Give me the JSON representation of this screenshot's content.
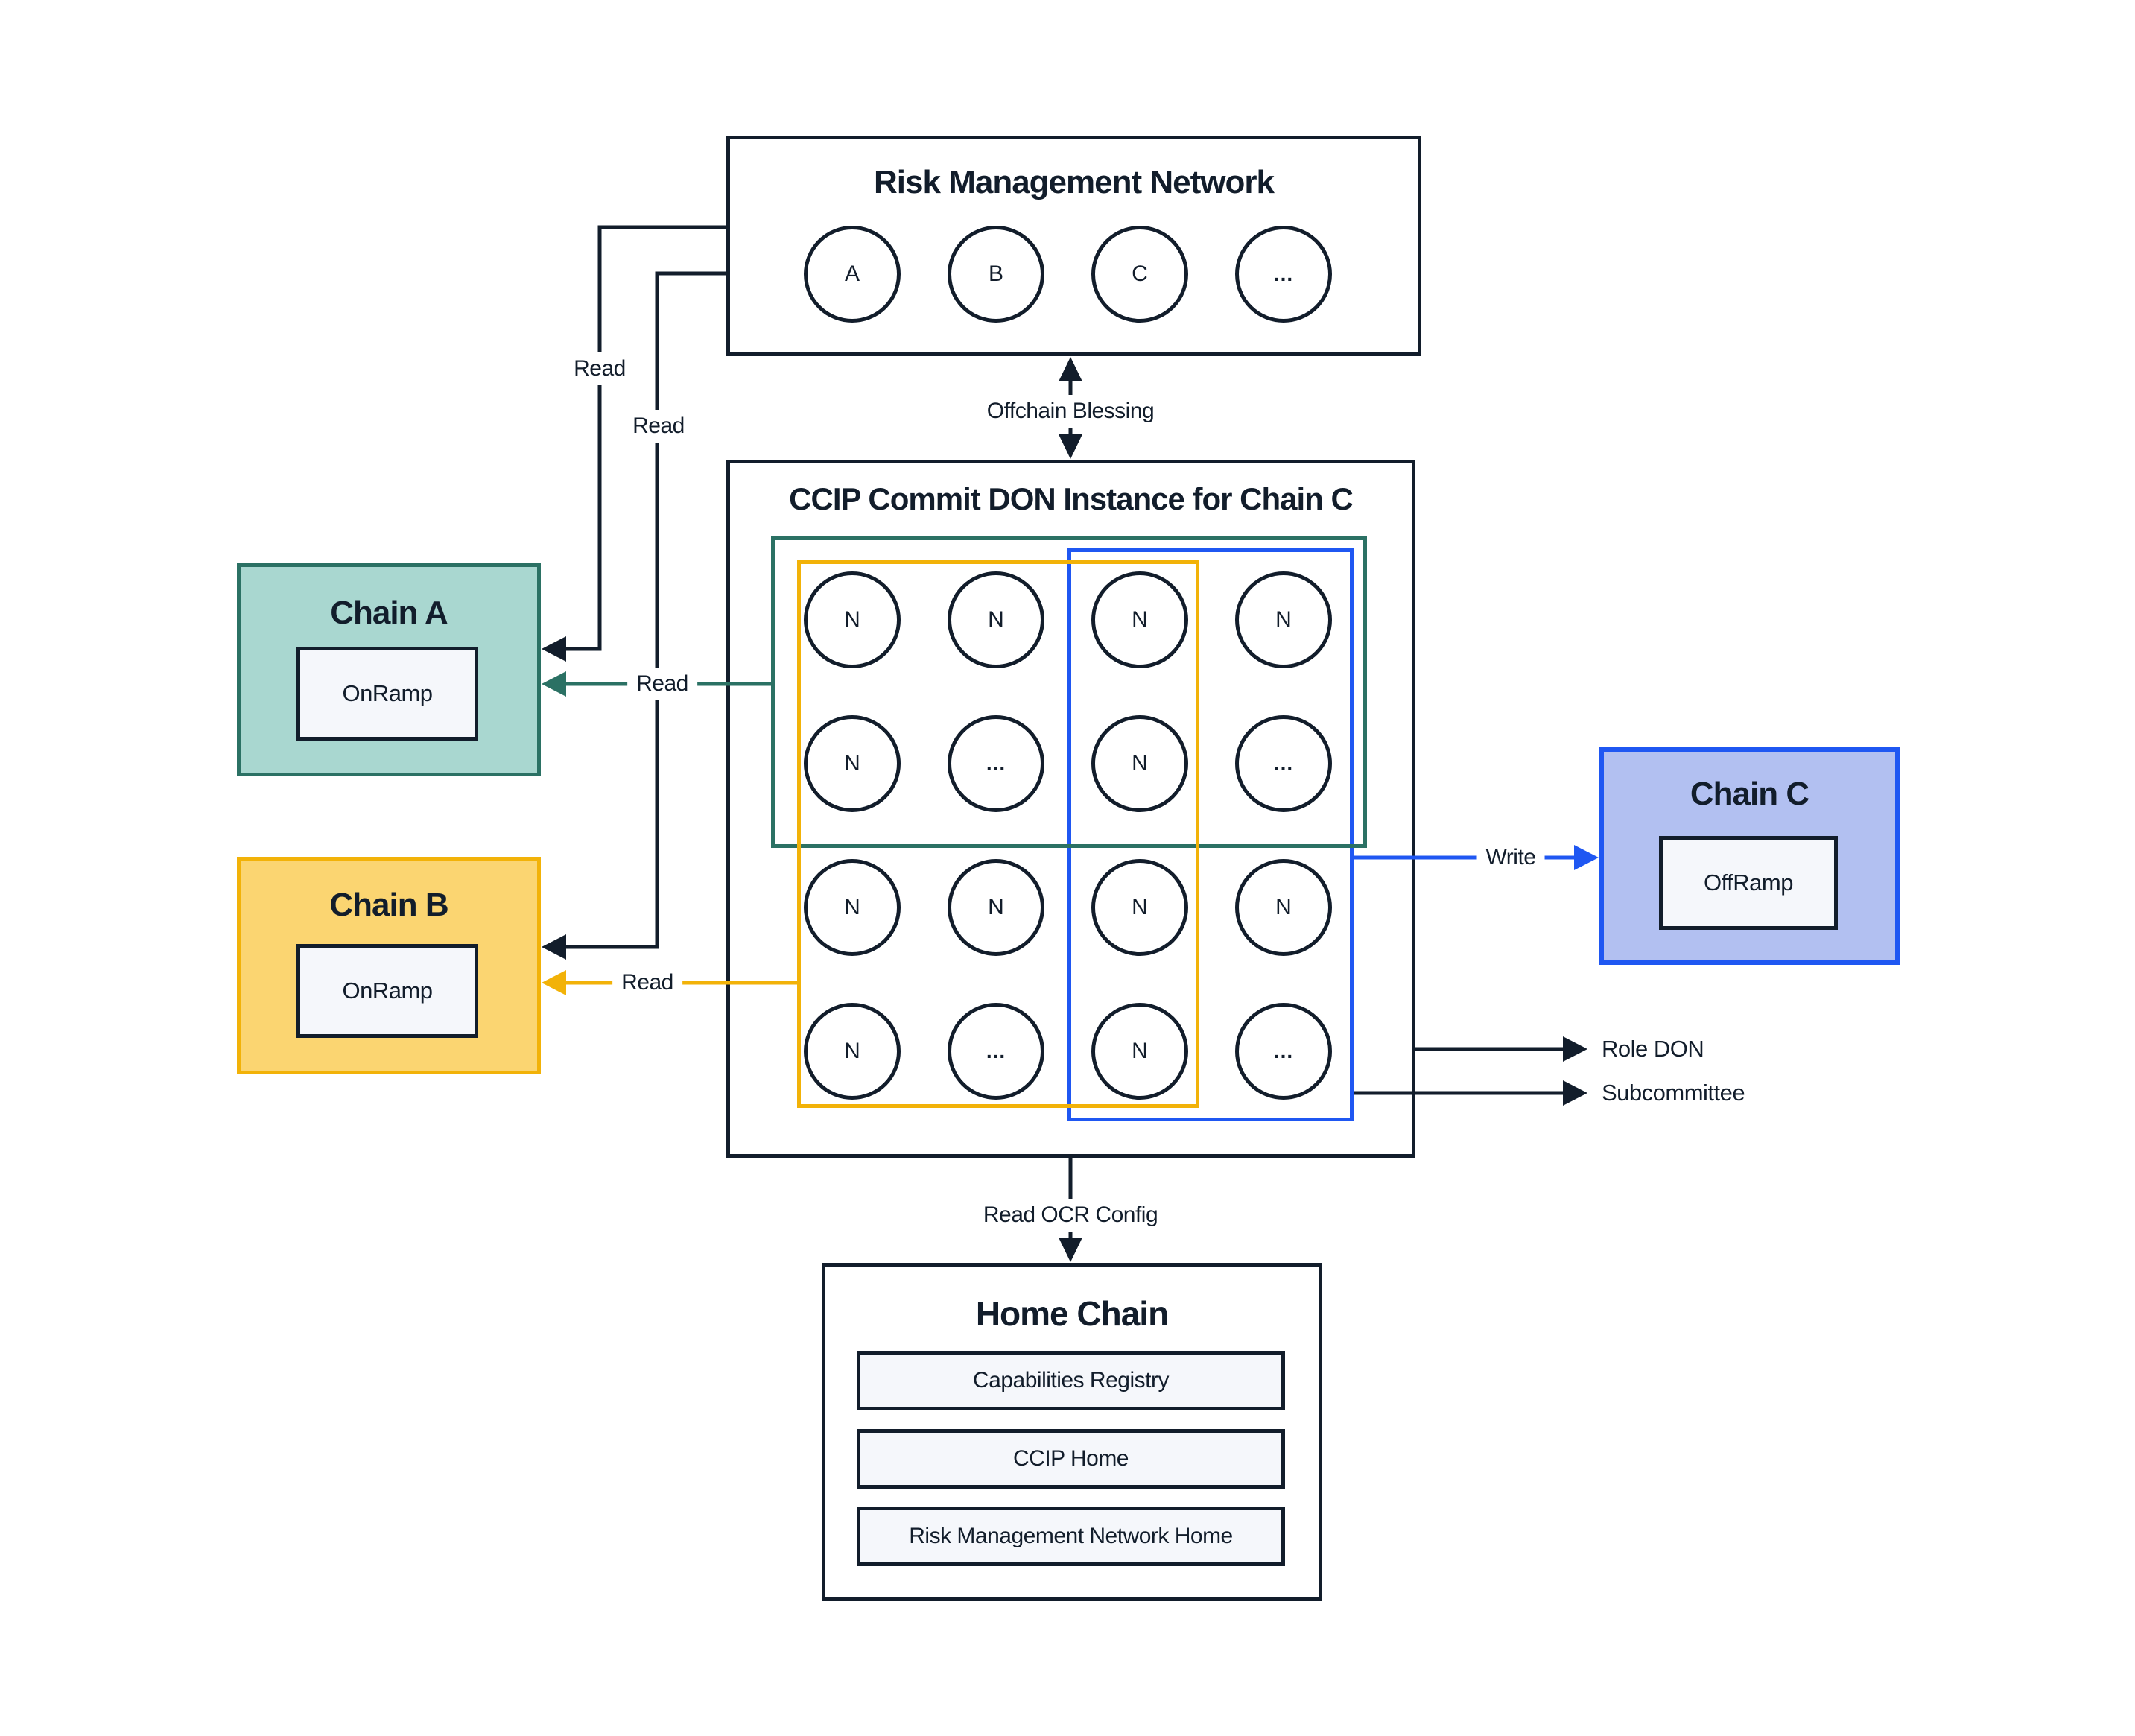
{
  "colors": {
    "ink": "#121d2b",
    "teal": "#2b7164",
    "teal-fill": "#a9d7d0",
    "yellow": "#f2b208",
    "yellow-fill": "#fbd571",
    "blue": "#1f57f2",
    "blue-fill": "#b2c0f1",
    "panel": "#f5f7fb",
    "bg": "#ffffff"
  },
  "risk_network": {
    "title": "Risk Management Network",
    "nodes": [
      "A",
      "B",
      "C",
      "..."
    ]
  },
  "commit_don": {
    "title": "CCIP Commit DON Instance for Chain C",
    "grid": [
      [
        "N",
        "N",
        "N",
        "N"
      ],
      [
        "N",
        "...",
        "N",
        "..."
      ],
      [
        "N",
        "N",
        "N",
        "N"
      ],
      [
        "N",
        "...",
        "N",
        "..."
      ]
    ]
  },
  "chains": {
    "a": {
      "title": "Chain A",
      "contract": "OnRamp"
    },
    "b": {
      "title": "Chain B",
      "contract": "OnRamp"
    },
    "c": {
      "title": "Chain C",
      "contract": "OffRamp"
    }
  },
  "home_chain": {
    "title": "Home Chain",
    "contracts": [
      "Capabilities Registry",
      "CCIP Home",
      "Risk Management Network Home"
    ]
  },
  "connector_labels": {
    "rmn_to_chain_a": "Read",
    "rmn_to_chain_b": "Read",
    "don_to_chain_a": "Read",
    "don_to_chain_b": "Read",
    "don_to_chain_c": "Write",
    "rmn_don": "Offchain Blessing",
    "don_home": "Read OCR Config",
    "role_don": "Role DON",
    "subcommittee": "Subcommittee"
  }
}
